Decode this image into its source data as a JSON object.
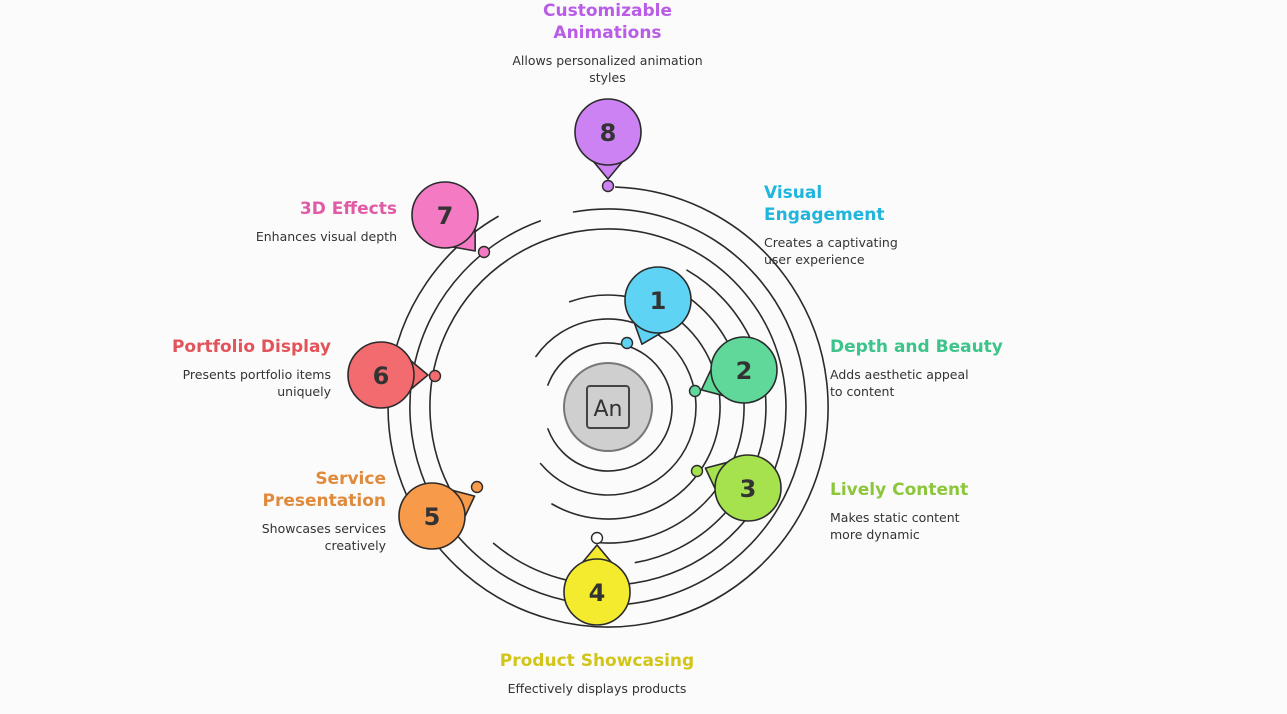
{
  "center_logo": {
    "text": "An"
  },
  "items": [
    {
      "number": "1",
      "title": "Visual Engagement",
      "title_lines": [
        "Visual",
        "Engagement"
      ],
      "description_lines": [
        "Creates a captivating",
        "user experience"
      ],
      "color": "#1fb5dc",
      "fill": "#5fd3f3"
    },
    {
      "number": "2",
      "title": "Depth and Beauty",
      "title_lines": [
        "Depth and Beauty"
      ],
      "description_lines": [
        "Adds aesthetic appeal",
        "to content"
      ],
      "color": "#3cc48a",
      "fill": "#5fd89a"
    },
    {
      "number": "3",
      "title": "Lively Content",
      "title_lines": [
        "Lively Content"
      ],
      "description_lines": [
        "Makes static content",
        "more dynamic"
      ],
      "color": "#8cc63a",
      "fill": "#a6e14e"
    },
    {
      "number": "4",
      "title": "Product Showcasing",
      "title_lines": [
        "Product Showcasing"
      ],
      "description_lines": [
        "Effectively displays products"
      ],
      "color": "#d2c51a",
      "fill": "#f4ea2e"
    },
    {
      "number": "5",
      "title": "Service Presentation",
      "title_lines": [
        "Service",
        "Presentation"
      ],
      "description_lines": [
        "Showcases services",
        "creatively"
      ],
      "color": "#e08a3b",
      "fill": "#f79a4a"
    },
    {
      "number": "6",
      "title": "Portfolio Display",
      "title_lines": [
        "Portfolio Display"
      ],
      "description_lines": [
        "Presents portfolio items",
        "uniquely"
      ],
      "color": "#e2545a",
      "fill": "#f26b6f"
    },
    {
      "number": "7",
      "title": "3D Effects",
      "title_lines": [
        "3D Effects"
      ],
      "description_lines": [
        "Enhances visual depth"
      ],
      "color": "#e15aa6",
      "fill": "#f57ac4"
    },
    {
      "number": "8",
      "title": "Customizable Animations",
      "title_lines": [
        "Customizable",
        "Animations"
      ],
      "description_lines": [
        "Allows personalized animation",
        "styles"
      ],
      "color": "#b95ce6",
      "fill": "#cc82f2"
    }
  ]
}
